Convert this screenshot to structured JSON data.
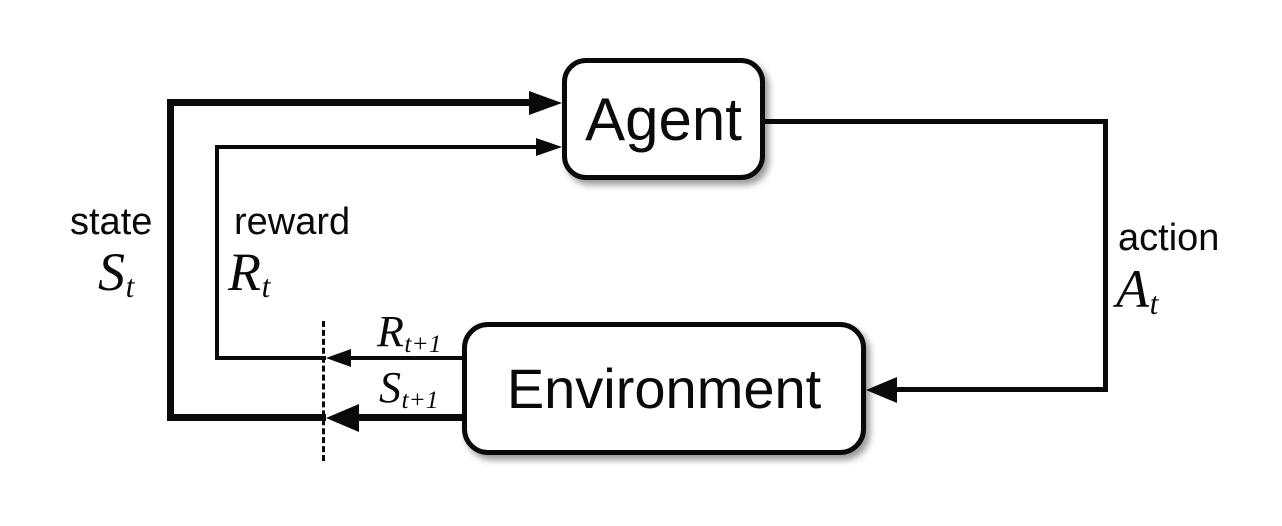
{
  "diagram": {
    "type": "flow-diagram",
    "topic": "reinforcement-learning agent-environment interaction loop",
    "nodes": {
      "agent": {
        "label": "Agent"
      },
      "environment": {
        "label": "Environment"
      }
    },
    "labels": {
      "state": {
        "word": "state",
        "symbol": "S",
        "subscript": "t"
      },
      "reward": {
        "word": "reward",
        "symbol": "R",
        "subscript": "t"
      },
      "action": {
        "word": "action",
        "symbol": "A",
        "subscript": "t"
      },
      "next_reward": {
        "symbol": "R",
        "subscript": "t+1"
      },
      "next_state": {
        "symbol": "S",
        "subscript": "t+1"
      }
    },
    "edges": [
      {
        "from": "agent",
        "to": "environment",
        "label": "action A_t",
        "side": "right"
      },
      {
        "from": "environment",
        "to": "agent",
        "label": "reward R_t+1 -> R_t",
        "side": "left-inner"
      },
      {
        "from": "environment",
        "to": "agent",
        "label": "state S_t+1 -> S_t",
        "side": "left-outer"
      }
    ],
    "colors": {
      "line": "#0a0a0a",
      "background": "#ffffff",
      "node_fill": "#ffffff",
      "node_border": "#0a0a0a",
      "text": "#0a0a0a"
    }
  }
}
